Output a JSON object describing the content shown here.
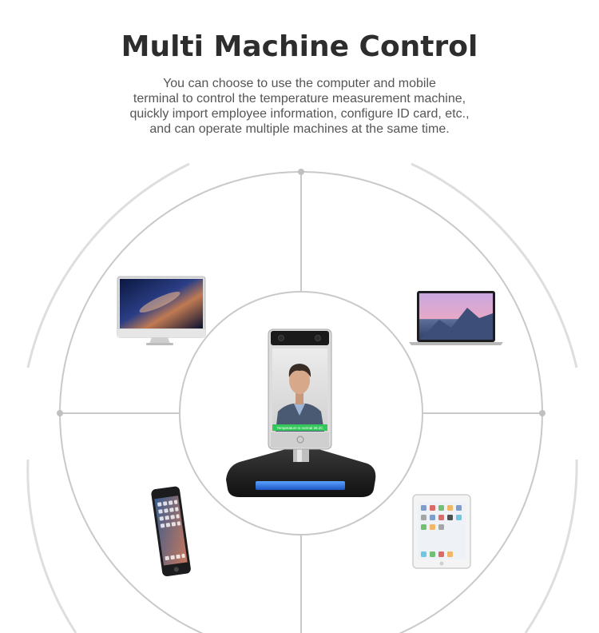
{
  "header": {
    "title": "Multi Machine Control",
    "description_lines": [
      "You can choose to use the computer and mobile",
      "terminal to control the temperature measurement machine,",
      "quickly import employee information, configure ID card, etc.,",
      "and can operate multiple machines at the same time."
    ]
  },
  "devices": {
    "terminal_screen_caption": "Temperature is normal 36.2C"
  },
  "colors": {
    "title": "#2d2d2d",
    "text": "#555555",
    "ring": "#c9c9c9",
    "accent_blue": "#2f6fd6",
    "device_green": "#34c759"
  }
}
